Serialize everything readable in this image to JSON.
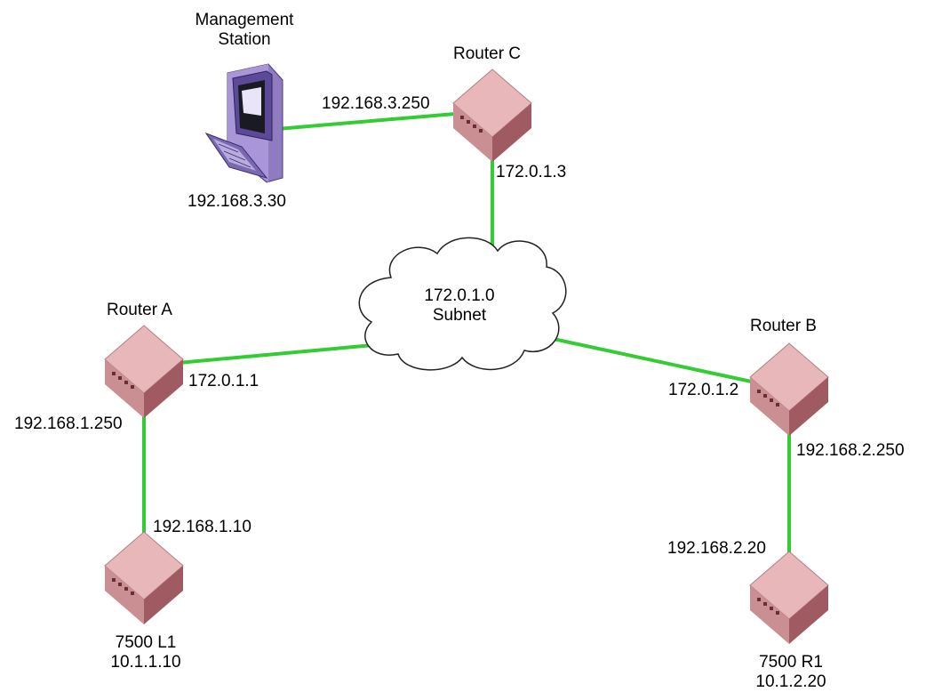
{
  "diagram": {
    "link_color": "#33cc33",
    "router_colors": {
      "top": "#e8b7b9",
      "left": "#c98f93",
      "right": "#a05a62",
      "port": "#6b2d36"
    },
    "station": {
      "name_line1": "Management",
      "name_line2": "Station",
      "ip": "192.168.3.30",
      "icon": "desktop-computer-icon"
    },
    "router_c": {
      "name": "Router C",
      "ip_left": "192.168.3.250",
      "ip_bottom": "172.0.1.3"
    },
    "subnet": {
      "line1": "172.0.1.0",
      "line2": "Subnet"
    },
    "router_a": {
      "name": "Router A",
      "ip_right": "172.0.1.1",
      "ip_bottom": "192.168.1.250"
    },
    "router_b": {
      "name": "Router B",
      "ip_left": "172.0.1.2",
      "ip_bottom": "192.168.2.250"
    },
    "device_l1": {
      "ip_top": "192.168.1.10",
      "name": "7500 L1",
      "ip": "10.1.1.10"
    },
    "device_r1": {
      "ip_top": "192.168.2.20",
      "name": "7500 R1",
      "ip": "10.1.2.20"
    }
  }
}
